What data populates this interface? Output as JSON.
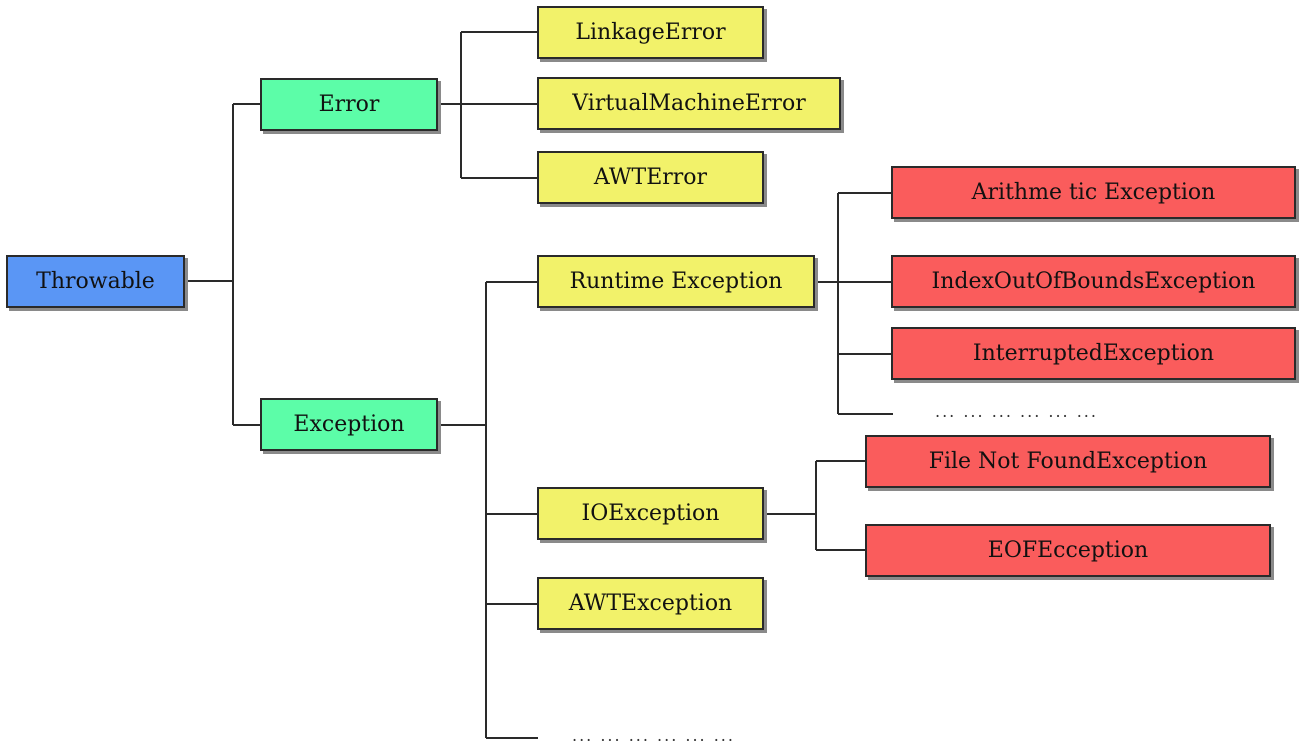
{
  "colors": {
    "root": "#5a96f5",
    "level1": "#5cfda8",
    "level2": "#f2f26a",
    "level3": "#fa5c5c",
    "line": "#2a2a2a"
  },
  "nodes": {
    "throwable": "Throwable",
    "error": "Error",
    "exception": "Exception",
    "linkage_error": "LinkageError",
    "virtual_machine_error": "VirtualMachineError",
    "awt_error": "AWTError",
    "runtime_exception": "Runtime Exception",
    "io_exception": "IOException",
    "awt_exception": "AWTException",
    "arithmetic_exception": "Arithme tic Exception",
    "index_out_of_bounds_exception": "IndexOutOfBoundsException",
    "interrupted_exception": "InterruptedException",
    "file_not_found_exception": "File Not FoundException",
    "eof_exception": "EOFEcception"
  },
  "ellipses": {
    "runtime_more": "... ... ... ... ... ...",
    "exception_more": "... ... ... ... ... ..."
  }
}
